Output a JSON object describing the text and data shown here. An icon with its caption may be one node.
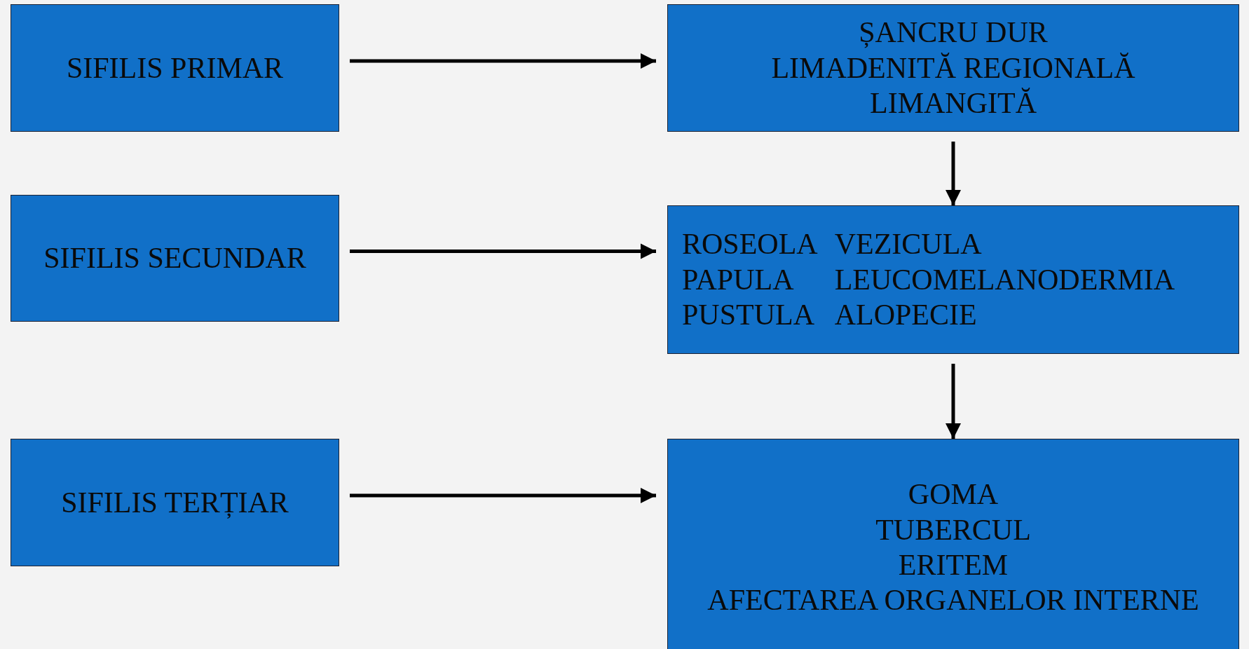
{
  "diagram": {
    "nodes": [
      {
        "text": [
          "SIFILIS PRIMAR"
        ]
      },
      {
        "text": [
          "ȘANCRU DUR",
          "LIMADENITĂ REGIONALĂ",
          "LIMANGITĂ"
        ]
      },
      {
        "text": [
          "SIFILIS SECUNDAR"
        ]
      },
      {
        "text": [
          "ROSEOLA",
          "VEZICULA",
          "PAPULA",
          "LEUCOMELANODERMIA",
          "PUSTULA",
          "ALOPECIE"
        ]
      },
      {
        "text": [
          "SIFILIS TERȚIAR"
        ]
      },
      {
        "text": [
          "GOMA",
          "TUBERCUL",
          "ERITEM",
          "AFECTAREA ORGANELOR INTERNE"
        ]
      }
    ],
    "edges": [
      {
        "from": 0,
        "to": 1,
        "arrow": "to"
      },
      {
        "from": 2,
        "to": 3,
        "arrow": "to"
      },
      {
        "from": 4,
        "to": 5,
        "arrow": "to"
      },
      {
        "from": 1,
        "to": 3,
        "arrow": "to"
      },
      {
        "from": 3,
        "to": 5,
        "arrow": "to"
      }
    ]
  }
}
